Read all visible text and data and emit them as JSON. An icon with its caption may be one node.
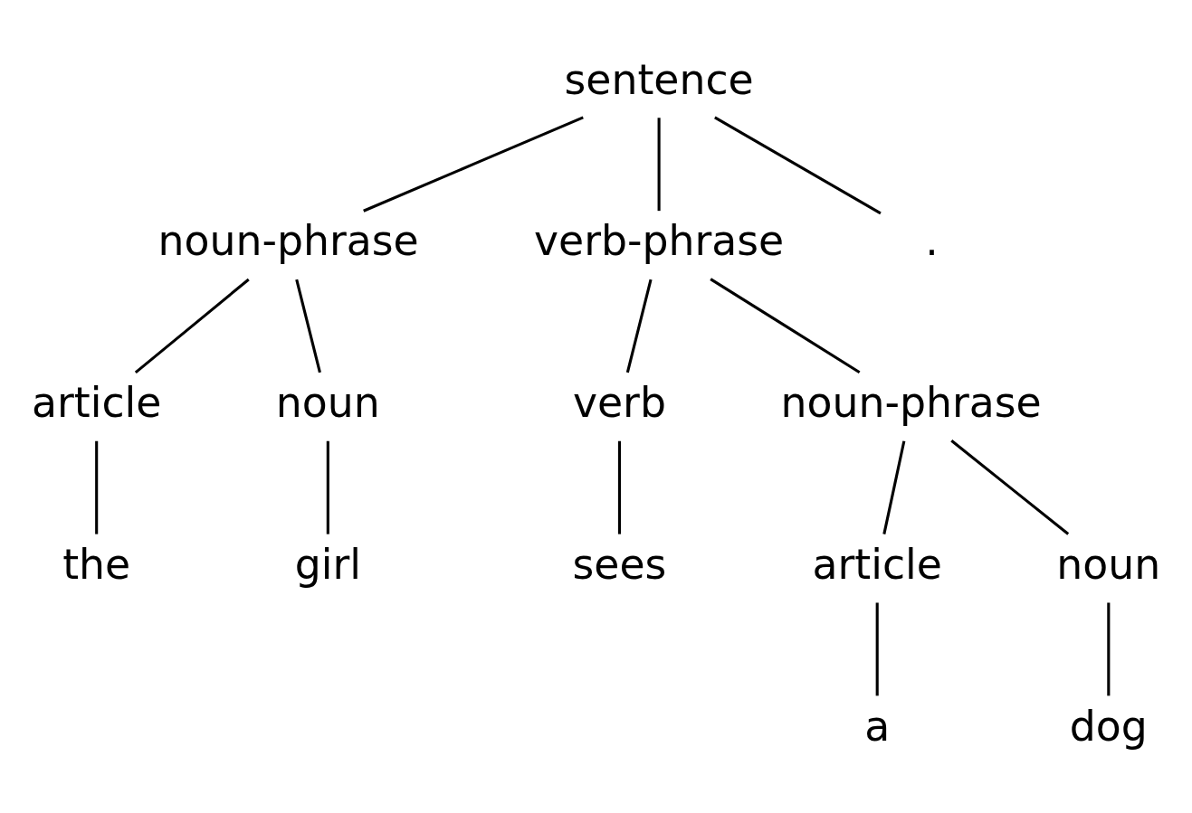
{
  "diagram": {
    "nodes": [
      {
        "text": [
          "sentence"
        ]
      },
      {
        "text": [
          "noun-phrase"
        ]
      },
      {
        "text": [
          "verb-phrase"
        ]
      },
      {
        "text": [
          "."
        ]
      },
      {
        "text": [
          "article"
        ]
      },
      {
        "text": [
          "noun"
        ]
      },
      {
        "text": [
          "verb"
        ]
      },
      {
        "text": [
          "noun-phrase"
        ]
      },
      {
        "text": [
          "the"
        ]
      },
      {
        "text": [
          "girl"
        ]
      },
      {
        "text": [
          "sees"
        ]
      },
      {
        "text": [
          "article"
        ]
      },
      {
        "text": [
          "noun"
        ]
      },
      {
        "text": [
          "a"
        ]
      },
      {
        "text": [
          "dog"
        ]
      }
    ],
    "edges": [
      {
        "from": 0,
        "to": 1,
        "arrow": "none"
      },
      {
        "from": 0,
        "to": 2,
        "arrow": "none"
      },
      {
        "from": 0,
        "to": 3,
        "arrow": "none"
      },
      {
        "from": 1,
        "to": 4,
        "arrow": "none"
      },
      {
        "from": 1,
        "to": 5,
        "arrow": "none"
      },
      {
        "from": 2,
        "to": 6,
        "arrow": "none"
      },
      {
        "from": 2,
        "to": 7,
        "arrow": "none"
      },
      {
        "from": 4,
        "to": 8,
        "arrow": "none"
      },
      {
        "from": 5,
        "to": 9,
        "arrow": "none"
      },
      {
        "from": 6,
        "to": 10,
        "arrow": "none"
      },
      {
        "from": 7,
        "to": 11,
        "arrow": "none"
      },
      {
        "from": 7,
        "to": 12,
        "arrow": "none"
      },
      {
        "from": 11,
        "to": 13,
        "arrow": "none"
      },
      {
        "from": 12,
        "to": 14,
        "arrow": "none"
      }
    ]
  }
}
